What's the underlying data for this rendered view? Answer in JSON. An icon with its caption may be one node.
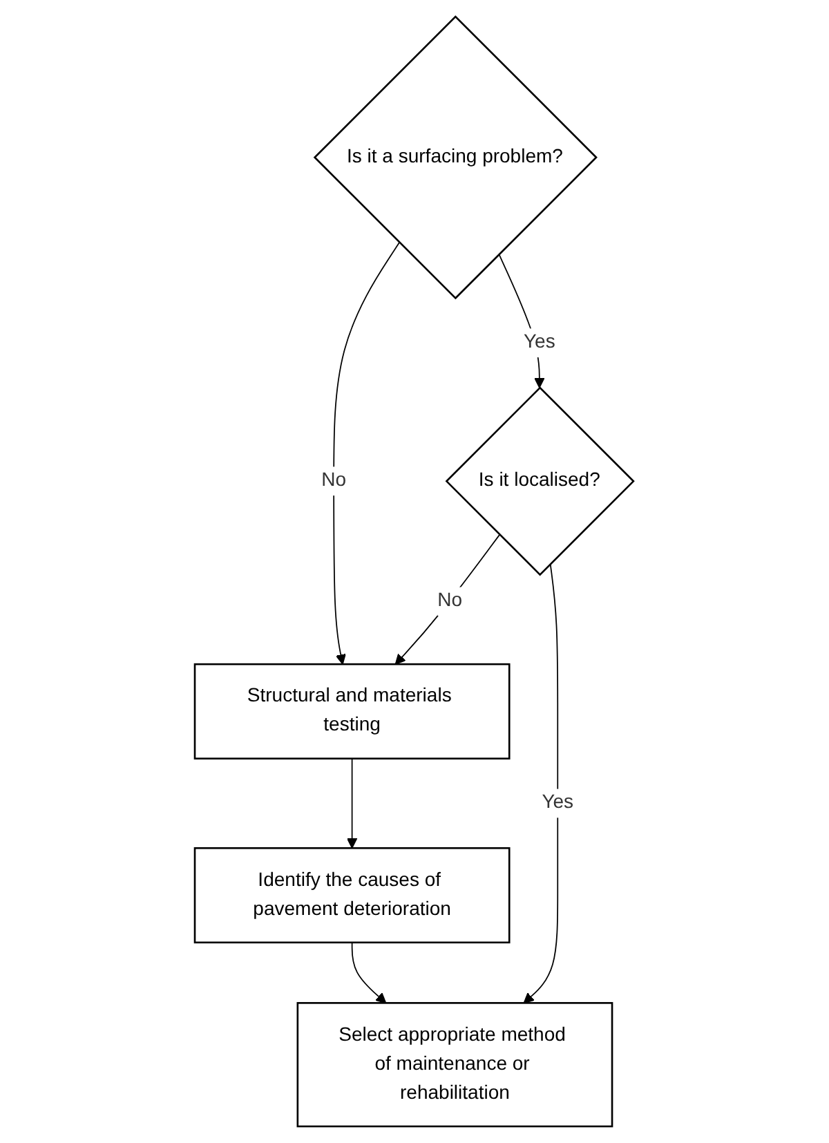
{
  "diagram": {
    "nodes": [
      {
        "text": [
          "Is it a surfacing problem?"
        ]
      },
      {
        "text": [
          "Is it localised?"
        ]
      },
      {
        "text": [
          "Structural and materials testing"
        ]
      },
      {
        "text": [
          "Identify the causes of pavement deterioration"
        ]
      },
      {
        "text": [
          "Select appropriate method of maintenance or rehabilitation"
        ]
      }
    ],
    "edges": [
      {
        "from": 0,
        "to": 1,
        "arrow": "to",
        "label": "Yes"
      },
      {
        "from": 0,
        "to": 2,
        "arrow": "to",
        "label": "No"
      },
      {
        "from": 1,
        "to": 2,
        "arrow": "to",
        "label": "No"
      },
      {
        "from": 2,
        "to": 3,
        "arrow": "to"
      },
      {
        "from": 3,
        "to": 4,
        "arrow": "to"
      },
      {
        "from": 1,
        "to": 4,
        "arrow": "to",
        "label": "Yes"
      }
    ]
  }
}
